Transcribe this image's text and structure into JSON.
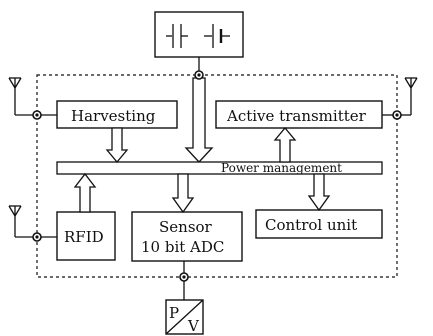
{
  "blocks": {
    "harvesting": "Harvesting",
    "active_transmitter": "Active transmitter",
    "power_management": "Power management",
    "rfid": "RFID",
    "sensor_line1": "Sensor",
    "sensor_line2": "10 bit ADC",
    "control_unit": "Control unit",
    "pv_p": "P",
    "pv_v": "V"
  }
}
